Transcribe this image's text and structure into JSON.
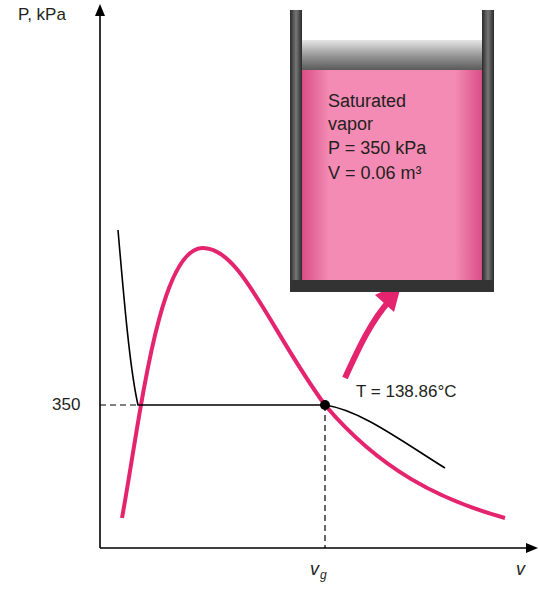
{
  "diagram": {
    "nodes": [
      {
        "text": [
          "Saturated vapor",
          "P = 350 kPa",
          "V = 0.06 m³"
        ]
      }
    ],
    "labels": [
      "P, kPa",
      "350",
      "T = 138.86°C",
      "v",
      "g",
      "v"
    ]
  }
}
